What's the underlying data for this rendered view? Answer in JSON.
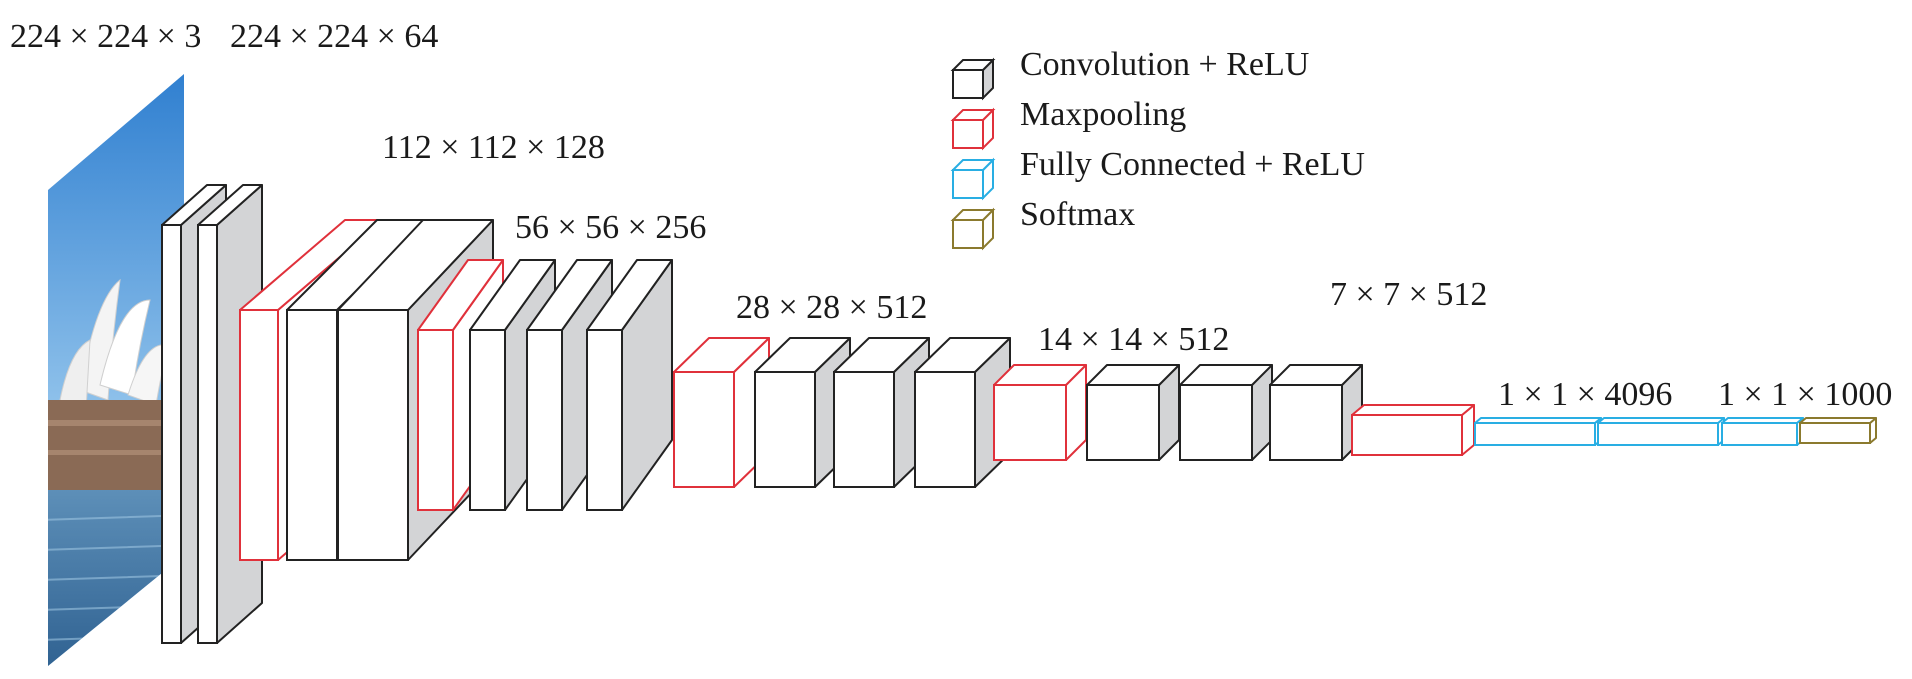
{
  "diagram": {
    "dimension_labels": [
      "224 × 224 × 3",
      "224 × 224 × 64",
      "112 × 112 × 128",
      "56 × 56 × 256",
      "28 × 28 × 512",
      "14 × 14 × 512",
      "7 × 7 × 512",
      "1 × 1 × 4096",
      "1 × 1 × 1000"
    ],
    "legend": [
      {
        "label": "Convolution + ReLU",
        "color": "#222222"
      },
      {
        "label": "Maxpooling",
        "color": "#e0313b"
      },
      {
        "label": "Fully Connected + ReLU",
        "color": "#29aee3"
      },
      {
        "label": "Softmax",
        "color": "#8b7a2e"
      }
    ],
    "layer_sequence": [
      "conv",
      "conv",
      "pool",
      "conv",
      "conv",
      "pool",
      "conv",
      "conv",
      "conv",
      "pool",
      "conv",
      "conv",
      "conv",
      "pool",
      "conv",
      "conv",
      "conv",
      "pool",
      "fc",
      "fc",
      "fc",
      "softmax"
    ],
    "input_image": "opera-house-photo"
  }
}
